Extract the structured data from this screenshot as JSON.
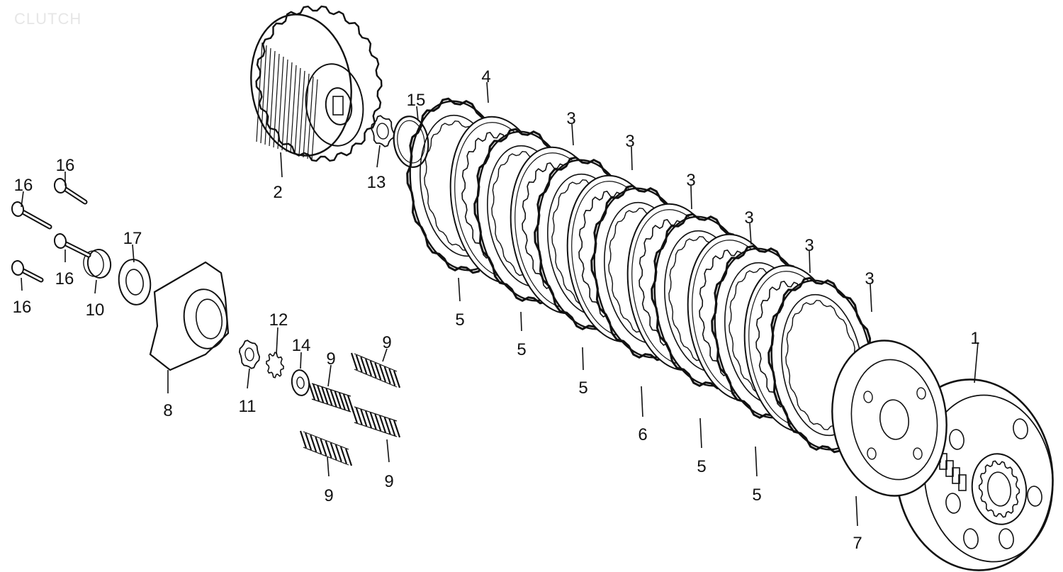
{
  "watermark": "CLUTCH",
  "ink_color": "#111111",
  "callouts": [
    {
      "id": "c1",
      "text": "1"
    },
    {
      "id": "c2",
      "text": "2"
    },
    {
      "id": "c3a",
      "text": "3"
    },
    {
      "id": "c3b",
      "text": "3"
    },
    {
      "id": "c3c",
      "text": "3"
    },
    {
      "id": "c3d",
      "text": "3"
    },
    {
      "id": "c3e",
      "text": "3"
    },
    {
      "id": "c3f",
      "text": "3"
    },
    {
      "id": "c4",
      "text": "4"
    },
    {
      "id": "c5a",
      "text": "5"
    },
    {
      "id": "c5b",
      "text": "5"
    },
    {
      "id": "c5c",
      "text": "5"
    },
    {
      "id": "c5d",
      "text": "5"
    },
    {
      "id": "c5e",
      "text": "5"
    },
    {
      "id": "c6",
      "text": "6"
    },
    {
      "id": "c7",
      "text": "7"
    },
    {
      "id": "c8",
      "text": "8"
    },
    {
      "id": "c9a",
      "text": "9"
    },
    {
      "id": "c9b",
      "text": "9"
    },
    {
      "id": "c9c",
      "text": "9"
    },
    {
      "id": "c9d",
      "text": "9"
    },
    {
      "id": "c10",
      "text": "10"
    },
    {
      "id": "c11",
      "text": "11"
    },
    {
      "id": "c12",
      "text": "12"
    },
    {
      "id": "c13",
      "text": "13"
    },
    {
      "id": "c14",
      "text": "14"
    },
    {
      "id": "c15",
      "text": "15"
    },
    {
      "id": "c16a",
      "text": "16"
    },
    {
      "id": "c16b",
      "text": "16"
    },
    {
      "id": "c16c",
      "text": "16"
    },
    {
      "id": "c16d",
      "text": "16"
    },
    {
      "id": "c17",
      "text": "17"
    }
  ]
}
